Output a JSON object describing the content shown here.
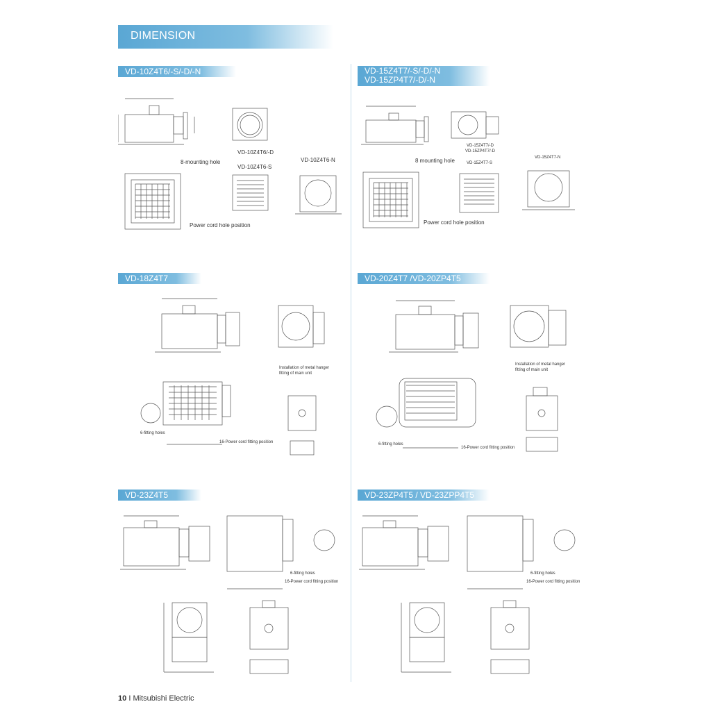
{
  "header": {
    "title": "DIMENSION"
  },
  "footer": {
    "page_number": "10",
    "separator": "I",
    "company": "Mitsubishi Electric"
  },
  "sections": {
    "vd10": {
      "title": "VD-10Z4T6/-S/-D/-N",
      "variant_d": "VD-10Z4T6/-D",
      "variant_s": "VD-10Z4T6-S",
      "variant_n": "VD-10Z4T6-N",
      "mounting": "8-mounting hole",
      "powercord": "Power cord  hole position"
    },
    "vd15": {
      "title_1": "VD-15Z4T7/-S/-D/-N",
      "title_2": "VD-15ZP4T7/-D/-N",
      "variant_d1": "VD-15Z4T7/-D",
      "variant_d2": "VD-15ZP4T7/-D",
      "variant_s": "VD-15Z4T7-S",
      "variant_n": "VD-15Z4T7-N",
      "mounting": "8 mounting hole",
      "powercord": "Power cord  hole position"
    },
    "vd18": {
      "title": "VD-18Z4T7",
      "hanger_note_1": "Installation of metal hanger",
      "hanger_note_2": "fitting of main unit",
      "fitting": "6-fitting holes",
      "powercord": "16-Power cord fitting position"
    },
    "vd20": {
      "title": "VD-20Z4T7 /VD-20ZP4T5",
      "hanger_note_1": "Installation of metal hanger",
      "hanger_note_2": "fitting of main unit",
      "fitting": "6-fitting holes",
      "powercord": "16-Power cord fitting position"
    },
    "vd23": {
      "title": "VD-23Z4T5",
      "fitting": "6-fitting holes",
      "powercord": "16-Power cord fitting position"
    },
    "vd23p": {
      "title": "VD-23ZP4T5 / VD-23ZPP4T5",
      "fitting": "6-fitting holes",
      "powercord": "16-Power cord fitting position"
    }
  }
}
